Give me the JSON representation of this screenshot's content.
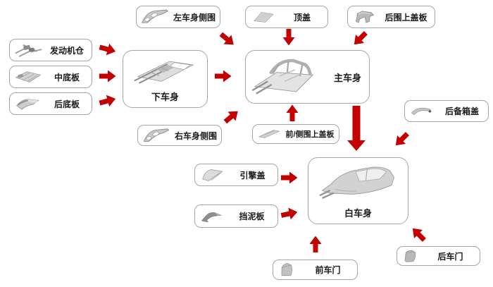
{
  "diagram": {
    "type": "flow",
    "description_semantic": "car body-in-white assembly flow diagram",
    "colors": {
      "arrow": "#c40000",
      "box_border": "#a6a6a6",
      "box_bg": "#ffffff",
      "text": "#1a1a1a",
      "page_bg": "#ffffff"
    },
    "nodes": {
      "left_side_panel": {
        "label": "左车身侧围"
      },
      "roof": {
        "label": "顶盖"
      },
      "rear_upper_cover": {
        "label": "后围上盖板"
      },
      "engine_bay": {
        "label": "发动机仓"
      },
      "center_floor": {
        "label": "中底板"
      },
      "rear_floor": {
        "label": "后底板"
      },
      "lower_body": {
        "label": "下车身"
      },
      "main_body": {
        "label": "主车身"
      },
      "right_side_panel": {
        "label": "右车身侧围"
      },
      "front_side_upper_cover": {
        "label": "前/侧围上盖板"
      },
      "trunk_lid": {
        "label": "后备箱盖"
      },
      "hood": {
        "label": "引擎盖"
      },
      "fender": {
        "label": "挡泥板"
      },
      "body_in_white": {
        "label": "白车身"
      },
      "front_door": {
        "label": "前车门"
      },
      "rear_door": {
        "label": "后车门"
      }
    },
    "edges": [
      {
        "from": "engine_bay",
        "to": "lower_body"
      },
      {
        "from": "center_floor",
        "to": "lower_body"
      },
      {
        "from": "rear_floor",
        "to": "lower_body"
      },
      {
        "from": "left_side_panel",
        "to": "main_body"
      },
      {
        "from": "lower_body",
        "to": "main_body"
      },
      {
        "from": "right_side_panel",
        "to": "main_body"
      },
      {
        "from": "roof",
        "to": "main_body"
      },
      {
        "from": "rear_upper_cover",
        "to": "main_body"
      },
      {
        "from": "front_side_upper_cover",
        "to": "main_body"
      },
      {
        "from": "main_body",
        "to": "body_in_white"
      },
      {
        "from": "trunk_lid",
        "to": "body_in_white"
      },
      {
        "from": "hood",
        "to": "body_in_white"
      },
      {
        "from": "fender",
        "to": "body_in_white"
      },
      {
        "from": "front_door",
        "to": "body_in_white"
      },
      {
        "from": "rear_door",
        "to": "body_in_white"
      }
    ]
  }
}
